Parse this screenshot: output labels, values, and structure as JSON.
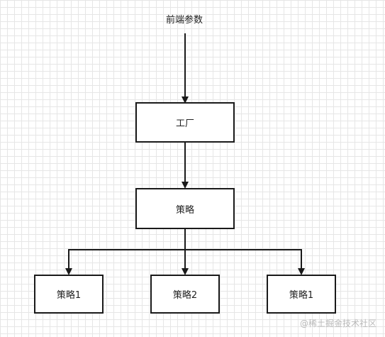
{
  "diagram": {
    "input_label": "前端参数",
    "nodes": {
      "factory": "工厂",
      "strategy": "策略",
      "strategy_a": "策略1",
      "strategy_b": "策略2",
      "strategy_c": "策略1"
    },
    "edges": [
      [
        "input",
        "factory"
      ],
      [
        "factory",
        "strategy"
      ],
      [
        "strategy",
        "strategy_a"
      ],
      [
        "strategy",
        "strategy_b"
      ],
      [
        "strategy",
        "strategy_c"
      ]
    ]
  },
  "watermark": "@稀土掘金技术社区"
}
